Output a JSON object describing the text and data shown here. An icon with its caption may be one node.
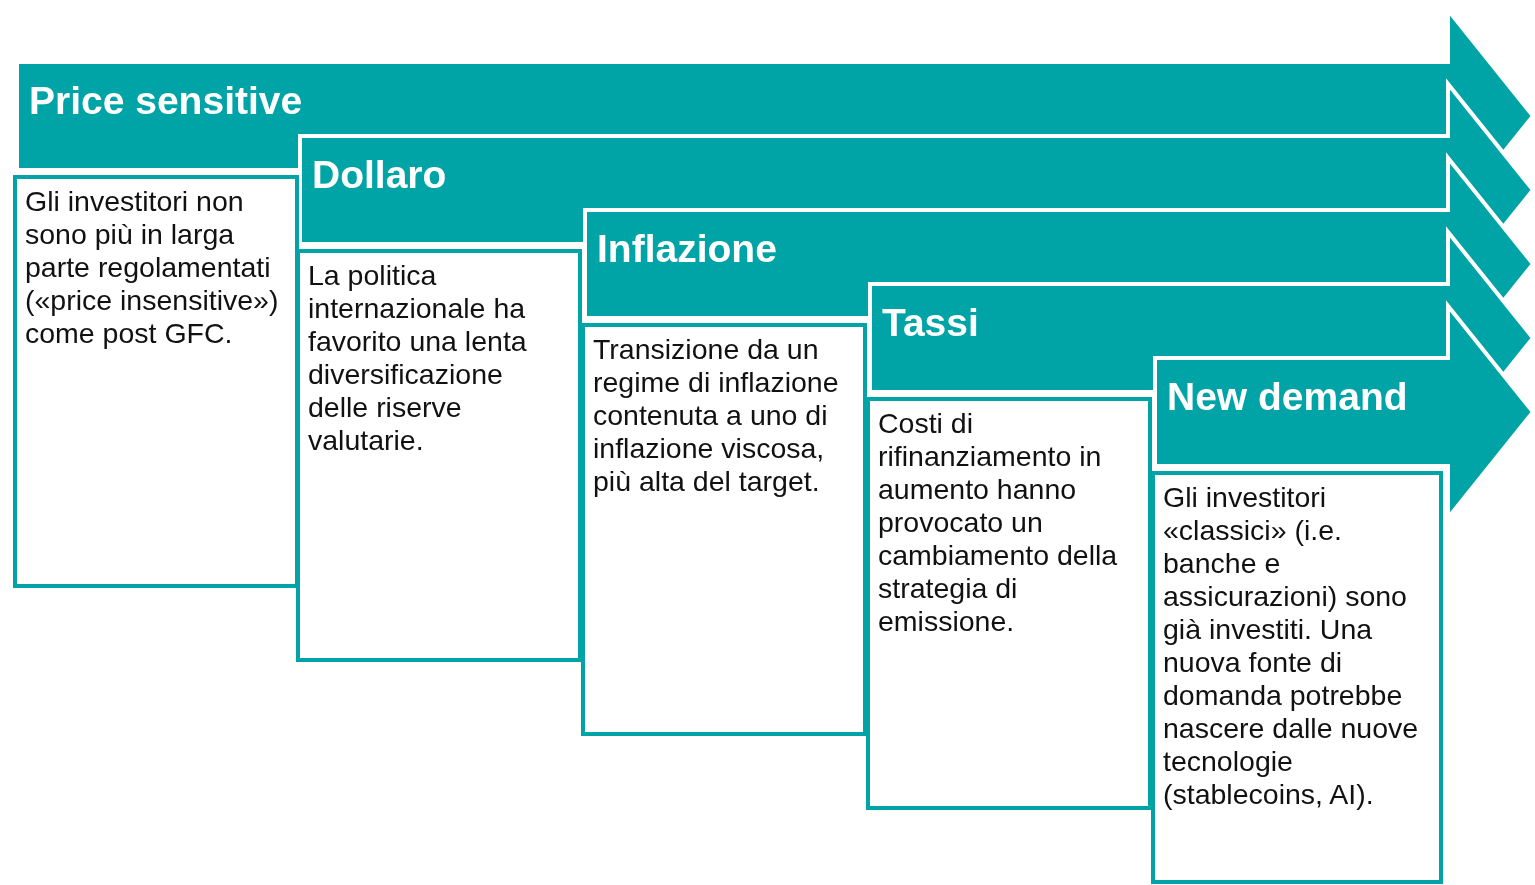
{
  "diagram": {
    "nodes": [
      {
        "text": [
          "Price sensitive"
        ]
      },
      {
        "text": [
          "Gli investitori non sono più in larga parte regolamentati («price insensitive») come post GFC."
        ]
      },
      {
        "text": [
          "Dollaro"
        ]
      },
      {
        "text": [
          "La politica internazionale ha favorito una lenta diversificazione delle riserve valutarie."
        ]
      },
      {
        "text": [
          "Inflazione"
        ]
      },
      {
        "text": [
          "Transizione da un regime di inflazione contenuta a uno di inflazione viscosa, più alta del target."
        ]
      },
      {
        "text": [
          "Tassi"
        ]
      },
      {
        "text": [
          "Costi di rifinanziamento in aumento hanno provocato un cambiamento della strategia di emissione."
        ]
      },
      {
        "text": [
          "New demand"
        ]
      },
      {
        "text": [
          "Gli investitori «classici» (i.e. banche e assicurazioni) sono già investiti. Una nuova fonte di domanda potrebbe nascere dalle nuove tecnologie (stablecoins, AI)."
        ]
      }
    ]
  }
}
